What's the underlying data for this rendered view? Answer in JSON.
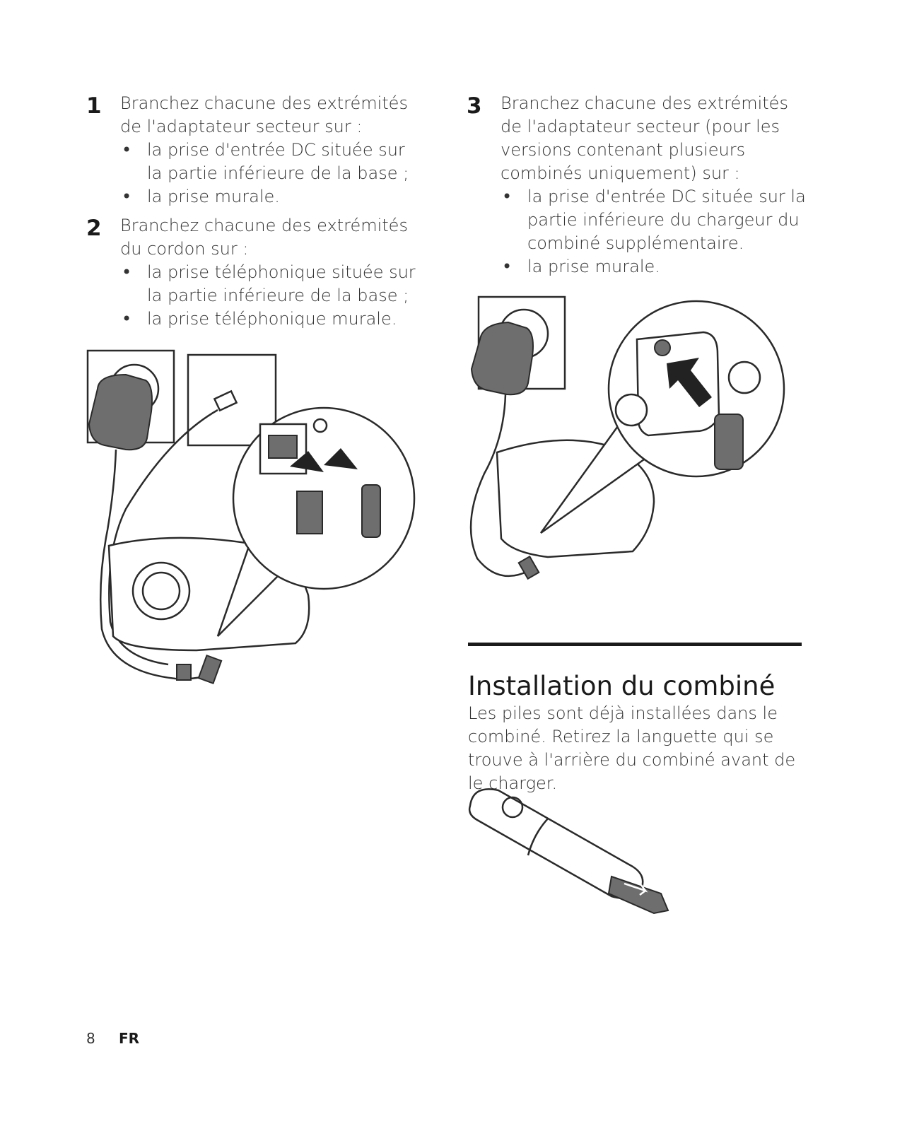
{
  "steps_left": [
    {
      "number": "1",
      "text": "Branchez chacune des extrémités de l'adaptateur secteur sur :",
      "bullets": [
        "la prise d'entrée DC située sur la partie inférieure de la base ;",
        "la prise murale."
      ]
    },
    {
      "number": "2",
      "text": "Branchez chacune des extrémités du cordon sur :",
      "bullets": [
        "la prise téléphonique située sur la partie inférieure de la base ;",
        "la prise téléphonique murale."
      ]
    }
  ],
  "steps_right": [
    {
      "number": "3",
      "text": "Branchez chacune des extrémités de l'adaptateur secteur (pour les versions contenant plusieurs combinés uniquement) sur :",
      "bullets": [
        "la prise d'entrée DC située sur la partie inférieure du chargeur du combiné supplémentaire.",
        "la prise murale."
      ]
    }
  ],
  "bullet_symbol": "•",
  "section": {
    "title": "Installation du combiné",
    "body": "Les piles sont déjà installées dans le combiné. Retirez la languette qui se trouve à l'arrière du combiné avant de le charger."
  },
  "footer": {
    "page_number": "8",
    "language": "FR"
  }
}
